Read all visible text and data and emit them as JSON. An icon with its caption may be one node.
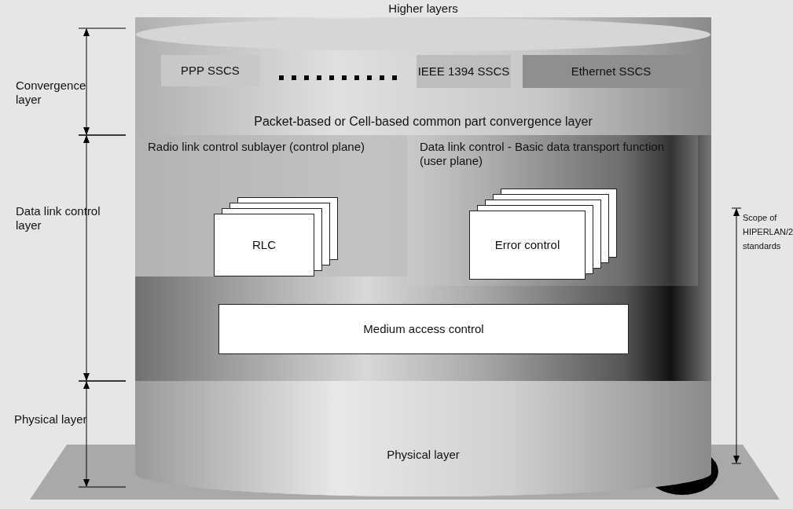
{
  "diagram": {
    "nodes": [
      {
        "text": [
          "Higher layers"
        ]
      },
      {
        "text": [
          "Packet-based or Cell-based common part convergence layer"
        ],
        "in": 0
      },
      {
        "text": [
          "PPP SSCS"
        ],
        "in": 1
      },
      {
        "text": [
          "IEEE 1394 SSCS"
        ],
        "in": 1
      },
      {
        "text": [
          "Ethernet SSCS"
        ],
        "in": 1
      },
      {
        "text": [],
        "shape": "band",
        "in": 0
      },
      {
        "text": [
          "Radio link control sublayer (control plane)"
        ],
        "in": 5
      },
      {
        "text": [
          "RLC"
        ],
        "in": 6
      },
      {
        "text": [
          "Data link control - Basic data transport function (user plane)"
        ],
        "in": 5
      },
      {
        "text": [
          "Error control"
        ],
        "in": 8
      },
      {
        "text": [
          "Medium access control"
        ],
        "in": 5
      },
      {
        "text": [
          "Physical layer"
        ],
        "in": 0
      }
    ],
    "edges": [],
    "labels": [
      "Convergence layer",
      "Data link control layer",
      "Physical layer",
      "Scope of HIPERLAN/2 standards"
    ]
  }
}
